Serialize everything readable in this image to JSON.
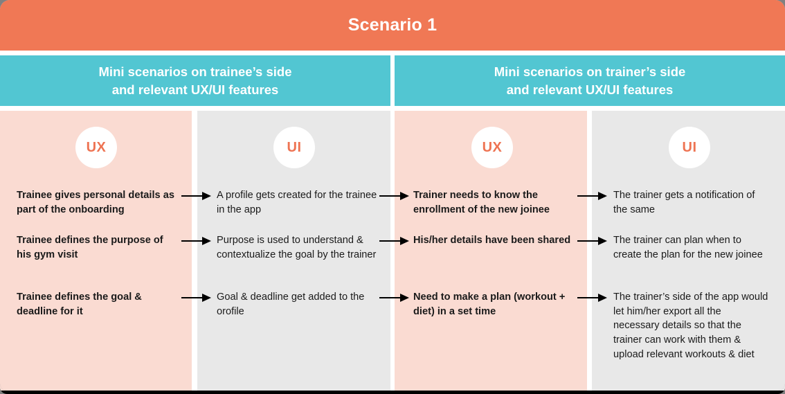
{
  "title": {
    "text": "Scenario 1",
    "bg_color": "#f07855",
    "text_color": "#ffffff"
  },
  "section_headers": [
    {
      "id": "trainee-side",
      "text": "Mini scenarios on trainee’s side\nand relevant UX/UI features",
      "bg_color": "#52c6d2"
    },
    {
      "id": "trainer-side",
      "text": "Mini scenarios on trainer’s side\nand relevant UX/UI features",
      "bg_color": "#52c6d2"
    }
  ],
  "columns": [
    {
      "id": "trainee-ux",
      "badge": "UX",
      "kind": "ux",
      "bg_color": "#fadbd2"
    },
    {
      "id": "trainee-ui",
      "badge": "UI",
      "kind": "ui",
      "bg_color": "#e8e8e8"
    },
    {
      "id": "trainer-ux",
      "badge": "UX",
      "kind": "ux",
      "bg_color": "#fadbd2"
    },
    {
      "id": "trainer-ui",
      "badge": "UI",
      "kind": "ui",
      "bg_color": "#e8e8e8"
    }
  ],
  "badge_text_color": "#ee7352",
  "rows": [
    {
      "trainee_ux": "Trainee gives personal details as part of the onboarding",
      "trainee_ui": "A profile gets created for the trainee in the app",
      "trainer_ux": "Trainer needs to know the enrollment of the new joinee",
      "trainer_ui": "The trainer gets a notification of the same"
    },
    {
      "trainee_ux": "Trainee defines the purpose of his gym visit",
      "trainee_ui": "Purpose is used to understand & contextualize the goal by the trainer",
      "trainer_ux": "His/her details have been shared",
      "trainer_ui": "The trainer can plan when to create the plan for the new joinee"
    },
    {
      "trainee_ux": "Trainee defines the goal & deadline for it",
      "trainee_ui": "Goal & deadline get added to the orofile",
      "trainer_ux": "Need to make a plan (workout + diet) in a set time",
      "trainer_ui": "The trainer’s side of the app would let him/her export all the necessary details so that the trainer can work with them & upload relevant workouts & diet"
    }
  ],
  "arrow_color": "#000000"
}
